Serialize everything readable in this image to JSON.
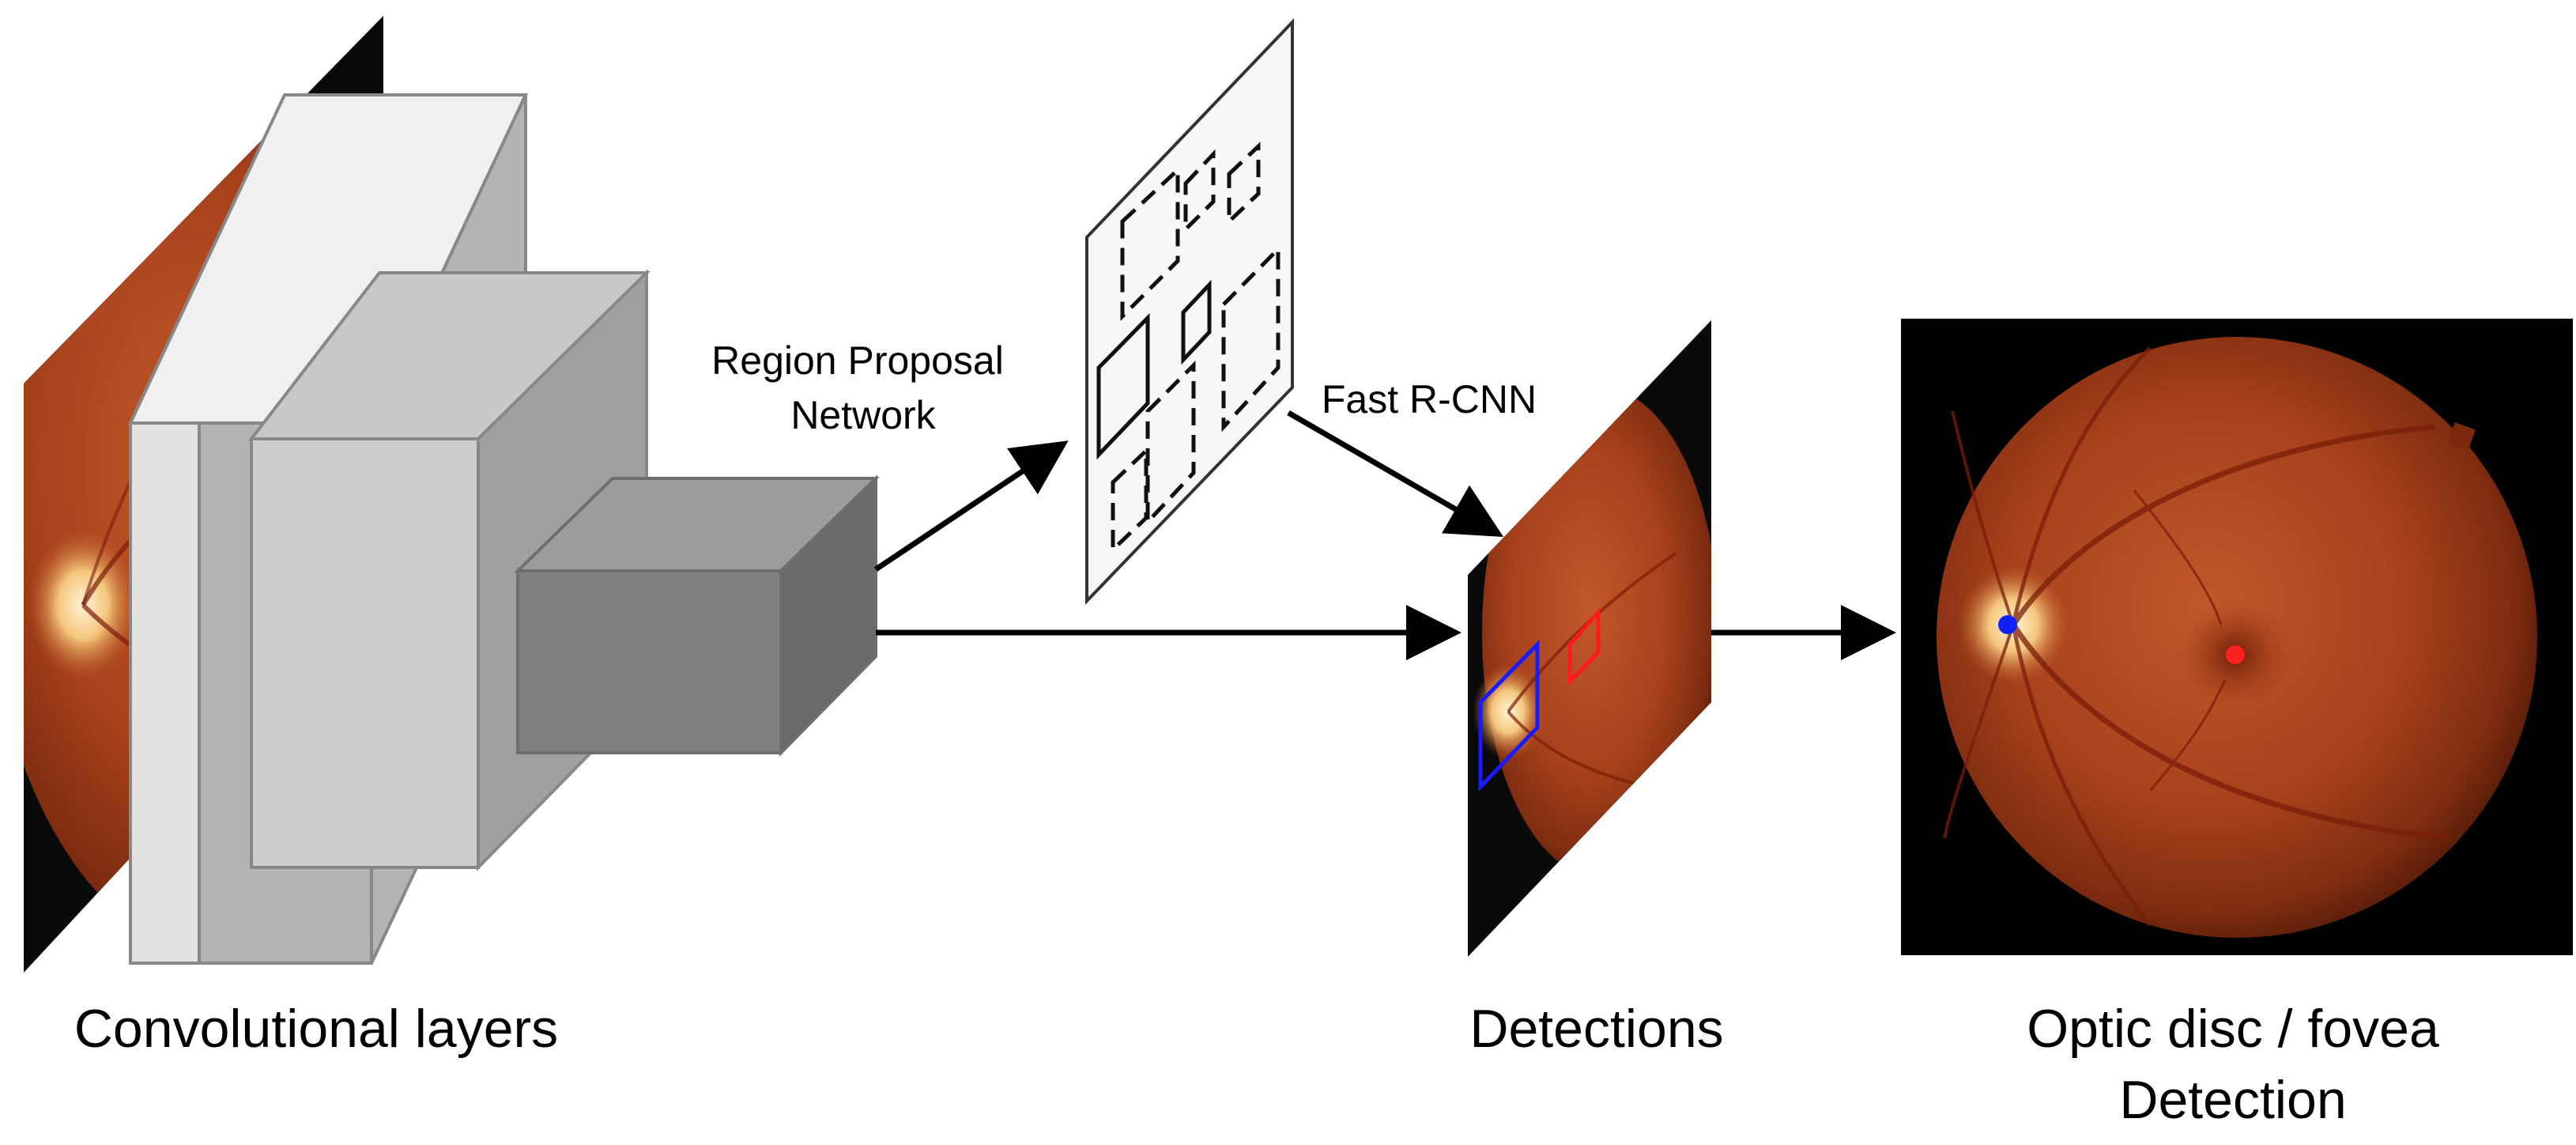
{
  "labels": {
    "conv_layers": "Convolutional layers",
    "rpn_line1": "Region Proposal",
    "rpn_line2": "Network",
    "fast_rcnn": "Fast R-CNN",
    "detections": "Detections",
    "output_line1": "Optic disc / fovea",
    "output_line2": "Detection"
  },
  "colors": {
    "background": "#ffffff",
    "arrow": "#000000",
    "optic_disc_box": "#1a1aff",
    "fovea_box": "#ff1a1a",
    "optic_disc_marker": "#1020ff",
    "fovea_marker": "#ff2020",
    "fundus_background": "#000000",
    "retina_tone": "#a8421c"
  },
  "icons": {
    "input_image": "retina-fundus-photo",
    "conv_blocks": "3d-feature-blocks",
    "proposals": "dashed-region-proposals",
    "output_image": "retina-fundus-photo"
  }
}
